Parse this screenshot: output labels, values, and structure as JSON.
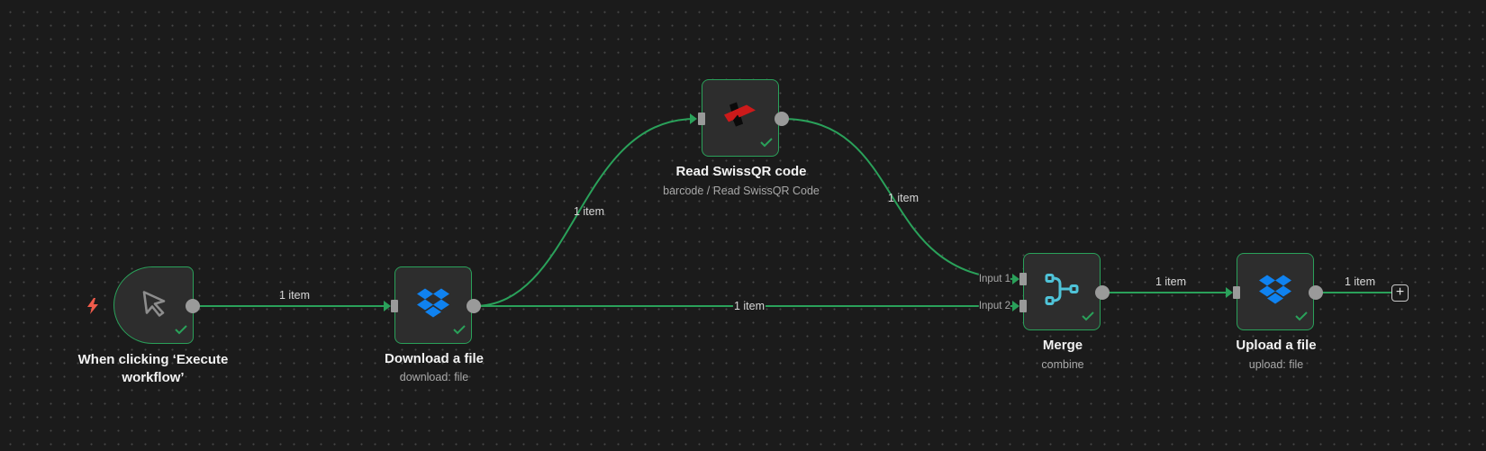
{
  "colors": {
    "canvas": "#1b1b1b",
    "node_bg": "#2d2d2d",
    "success": "#2aa15a",
    "handle": "#9a9a9a",
    "dropbox": "#0f82f0",
    "merge": "#4fc3d8",
    "trigger_bolt": "#ef5b4b"
  },
  "nodes": [
    {
      "id": "trigger",
      "title_line1": "When clicking ‘Execute",
      "title_line2": "workflow’",
      "icon": "cursor-icon",
      "status": "success"
    },
    {
      "id": "download",
      "title": "Download a file",
      "subtitle": "download: file",
      "icon": "dropbox-icon",
      "status": "success"
    },
    {
      "id": "swissqr",
      "title": "Read SwissQR code",
      "subtitle": "barcode / Read SwissQR Code",
      "icon": "swissqr-icon",
      "status": "success"
    },
    {
      "id": "merge",
      "title": "Merge",
      "subtitle": "combine",
      "icon": "merge-icon",
      "status": "success",
      "inputs": [
        "Input 1",
        "Input 2"
      ]
    },
    {
      "id": "upload",
      "title": "Upload a file",
      "subtitle": "upload: file",
      "icon": "dropbox-icon",
      "status": "success"
    }
  ],
  "edges": [
    {
      "from": "trigger",
      "to": "download",
      "label": "1 item"
    },
    {
      "from": "download",
      "to": "swissqr",
      "label": "1 item"
    },
    {
      "from": "swissqr",
      "to": "merge.input1",
      "label": "1 item"
    },
    {
      "from": "download",
      "to": "merge.input2",
      "label": "1 item"
    },
    {
      "from": "merge",
      "to": "upload",
      "label": "1 item"
    },
    {
      "from": "upload",
      "to": "add",
      "label": "1 item"
    }
  ],
  "add_button": {
    "label": "+"
  }
}
